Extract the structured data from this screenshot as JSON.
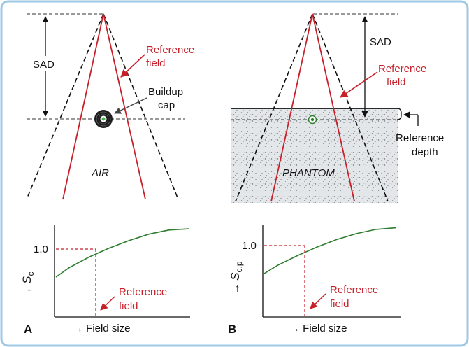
{
  "colors": {
    "frame": "#9ec9e4",
    "beam": "#c8202a",
    "curve": "#2f7d2f",
    "phantom": "#dfe3e6",
    "ink": "#111111"
  },
  "panel_a": {
    "letter": "A",
    "sad_label": "SAD",
    "reference_field_line1": "Reference",
    "reference_field_line2": "field",
    "buildup_line1": "Buildup",
    "buildup_line2": "cap",
    "medium_label": "AIR",
    "y_axis_symbol": "S",
    "y_axis_subscript": "c",
    "y_tick": "1.0",
    "x_axis_label": "Field size",
    "plot_ref_line1": "Reference",
    "plot_ref_line2": "field",
    "curve_points": [
      [
        0,
        0
      ],
      [
        0.1,
        0.16
      ],
      [
        0.25,
        0.34
      ],
      [
        0.4,
        0.49
      ],
      [
        0.55,
        0.62
      ],
      [
        0.7,
        0.73
      ],
      [
        0.85,
        0.8
      ],
      [
        1,
        0.82
      ]
    ]
  },
  "panel_b": {
    "letter": "B",
    "sad_label": "SAD",
    "reference_field_line1": "Reference",
    "reference_field_line2": "field",
    "depth_line1": "Reference",
    "depth_line2": "depth",
    "medium_label": "PHANTOM",
    "y_axis_symbol": "S",
    "y_axis_subscript": "c,p",
    "y_tick": "1.0",
    "x_axis_label": "Field size",
    "plot_ref_line1": "Reference",
    "plot_ref_line2": "field",
    "curve_points": [
      [
        0,
        0
      ],
      [
        0.1,
        0.15
      ],
      [
        0.25,
        0.33
      ],
      [
        0.4,
        0.49
      ],
      [
        0.55,
        0.63
      ],
      [
        0.7,
        0.74
      ],
      [
        0.85,
        0.82
      ],
      [
        1,
        0.85
      ]
    ]
  }
}
